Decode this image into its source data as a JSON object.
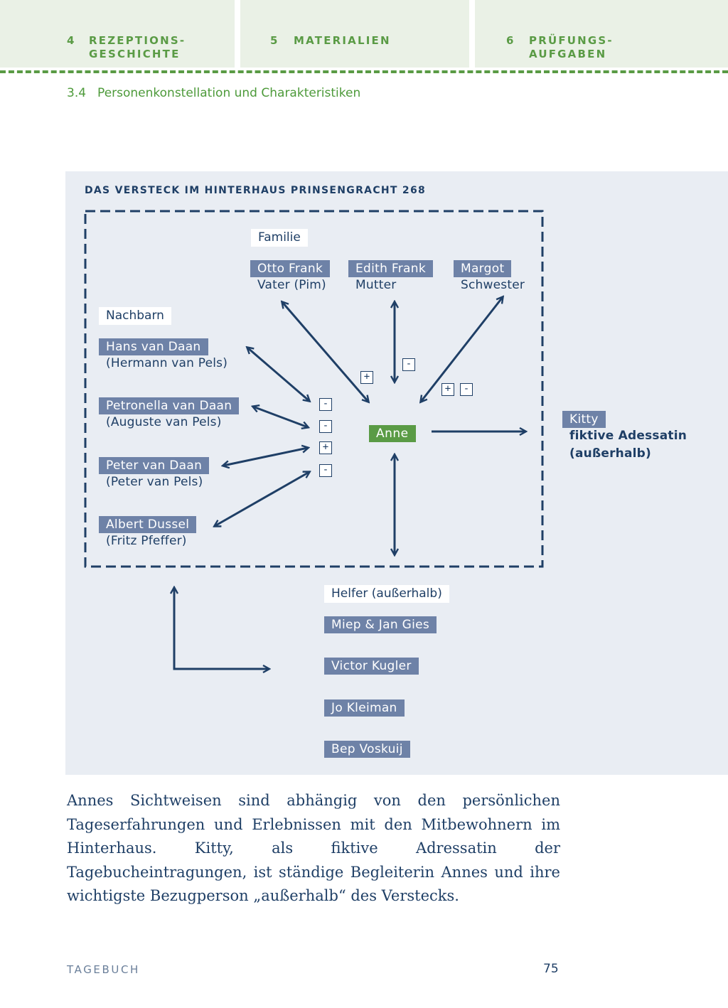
{
  "header": {
    "tabs": [
      {
        "num": "4",
        "label_line1": "REZEPTIONS-",
        "label_line2": "GESCHICHTE"
      },
      {
        "num": "5",
        "label_line1": "MATERIALIEN",
        "label_line2": ""
      },
      {
        "num": "6",
        "label_line1": "PRÜFUNGS-",
        "label_line2": "AUFGABEN"
      }
    ]
  },
  "section": {
    "num": "3.4",
    "title": "Personenkonstellation und Charakteristiken"
  },
  "diagram": {
    "title": "DAS VERSTECK IM HINTERHAUS PRINSENGRACHT 268",
    "groups": {
      "familie": "Familie",
      "nachbarn": "Nachbarn",
      "helfer": "Helfer (außerhalb)"
    },
    "family": [
      {
        "name": "Otto Frank",
        "role": "Vater (Pim)"
      },
      {
        "name": "Edith Frank",
        "role": "Mutter"
      },
      {
        "name": "Margot",
        "role": "Schwester"
      }
    ],
    "neighbors": [
      {
        "name": "Hans van Daan",
        "real": "(Hermann van Pels)"
      },
      {
        "name": "Petronella van Daan",
        "real": "(Auguste van Pels)"
      },
      {
        "name": "Peter van Daan",
        "real": "(Peter van Pels)"
      },
      {
        "name": "Albert Dussel",
        "real": "(Fritz Pfeffer)"
      }
    ],
    "center": "Anne",
    "kitty": {
      "name": "Kitty",
      "line1": "fiktive Adessatin",
      "line2": "(außerhalb)"
    },
    "helpers": [
      "Miep & Jan Gies",
      "Victor Kugler",
      "Jo Kleiman",
      "Bep Voskuij"
    ],
    "signs": {
      "otto": "+",
      "edith": "-",
      "margot_plus": "+",
      "margot_minus": "-",
      "hans": "-",
      "petronella": "-",
      "peter": "+",
      "albert": "-"
    },
    "colors": {
      "navy": "#1f3f66",
      "box": "#6e82a7",
      "anne": "#5a9b45",
      "panel": "#e9edf3",
      "tab": "#eaf1e6"
    }
  },
  "body": {
    "paragraph": "Annes Sichtweisen sind abhängig von den persönlichen Tageserfahrungen und Erlebnissen mit den Mitbewohnern im Hinterhaus. Kitty, als fiktive Adressatin der Tagebucheintragungen, ist ständige Begleiterin Annes und ihre wichtigste Bezugperson „außerhalb“ des Verstecks."
  },
  "footer": {
    "left": "TAGEBUCH",
    "page": "75"
  }
}
